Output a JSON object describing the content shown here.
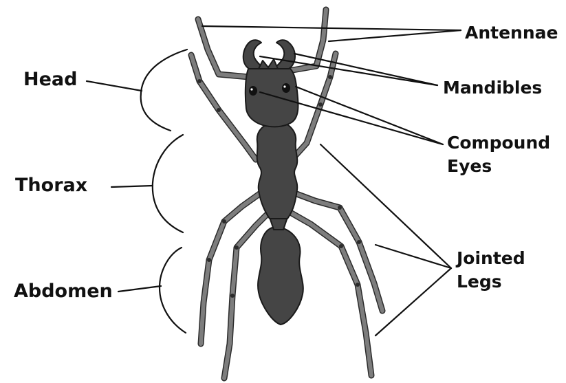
{
  "labels": {
    "head": "Head",
    "thorax": "Thorax",
    "abdomen": "Abdomen",
    "antennae": "Antennae",
    "mandibles": "Mandibles",
    "compound_eyes_line1": "Compound",
    "compound_eyes_line2": "Eyes",
    "jointed_legs_line1": "Jointed",
    "jointed_legs_line2": "Legs"
  },
  "colors": {
    "body": "#454545",
    "legs": "#7d7d7d",
    "outline": "#1a1a1a",
    "text": "#111111"
  }
}
